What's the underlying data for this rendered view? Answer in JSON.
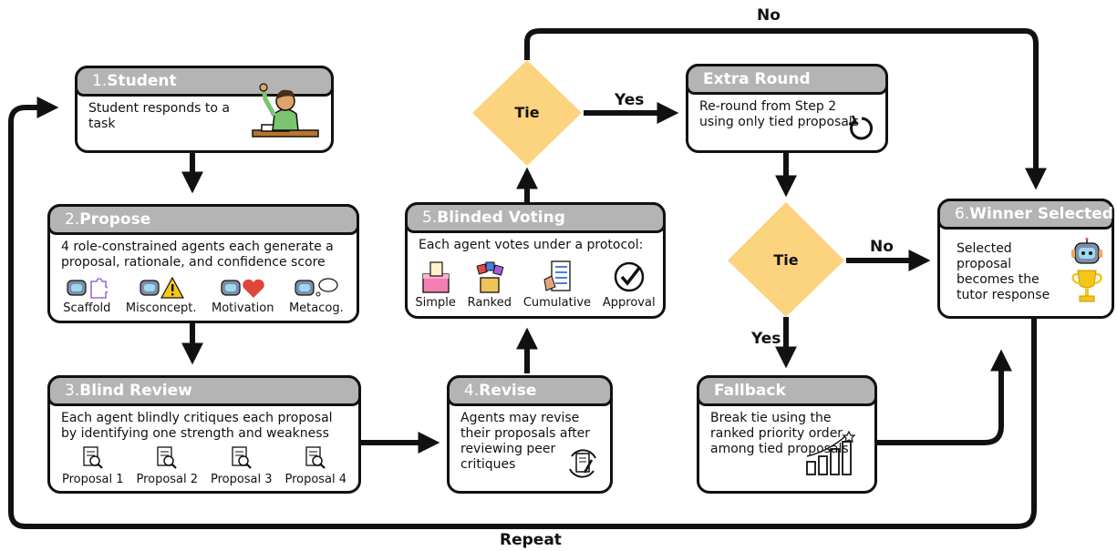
{
  "steps": {
    "student": {
      "num": "1.",
      "title": "Student",
      "text": "Student responds to a task"
    },
    "propose": {
      "num": "2.",
      "title": "Propose",
      "text": "4 role-constrained agents each generate a proposal, rationale, and confidence score",
      "agents": [
        "Scaffold",
        "Misconcept.",
        "Motivation",
        "Metacog."
      ]
    },
    "blind_review": {
      "num": "3.",
      "title": "Blind Review",
      "text": "Each agent blindly critiques each proposal by identifying one strength and weakness",
      "proposals": [
        "Proposal 1",
        "Proposal 2",
        "Proposal 3",
        "Proposal 4"
      ]
    },
    "revise": {
      "num": "4.",
      "title": "Revise",
      "text": "Agents may revise their proposals after reviewing peer critiques"
    },
    "voting": {
      "num": "5.",
      "title": "Blinded Voting",
      "text": "Each agent votes under a protocol:",
      "protocols": [
        "Simple",
        "Ranked",
        "Cumulative",
        "Approval"
      ]
    },
    "winner": {
      "num": "6.",
      "title": "Winner Selected",
      "text": "Selected proposal becomes the tutor response"
    },
    "extra_round": {
      "title": "Extra Round",
      "text": "Re-round from Step 2 using only tied proposals"
    },
    "fallback": {
      "title": "Fallback",
      "text": "Break tie using the ranked priority order among tied proposals"
    }
  },
  "decisions": {
    "tie1": "Tie",
    "tie2": "Tie"
  },
  "edge_labels": {
    "yes1": "Yes",
    "no_top": "No",
    "no_right": "No",
    "yes2": "Yes",
    "repeat": "Repeat"
  },
  "colors": {
    "header": "#b4b4b4",
    "diamond": "#fcd37f",
    "line": "#111111"
  }
}
